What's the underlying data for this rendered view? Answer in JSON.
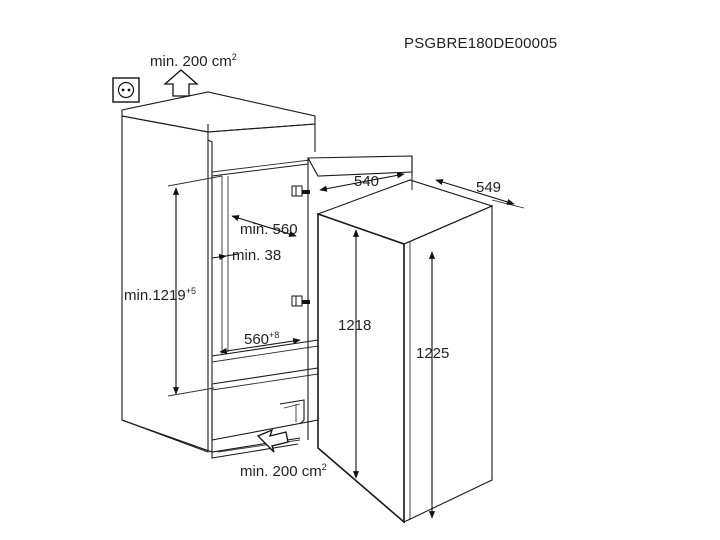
{
  "diagram": {
    "model_code": "PSGBRE180DE00005",
    "labels": {
      "vent_top": "min. 200 cm",
      "vent_top_sup": "2",
      "vent_bottom": "min. 200 cm",
      "vent_bottom_sup": "2",
      "niche_height": "min.1219",
      "niche_height_sup": "+5",
      "niche_depth": "min. 560",
      "gap": "min. 38",
      "niche_width": "560",
      "niche_width_sup": "+8",
      "door_width": "540",
      "appliance_depth": "549",
      "door_height": "1218",
      "appliance_height": "1225"
    },
    "icons": [
      "power-socket-icon",
      "vent-arrow-up-icon",
      "vent-arrow-in-icon",
      "hinge-icon"
    ]
  }
}
